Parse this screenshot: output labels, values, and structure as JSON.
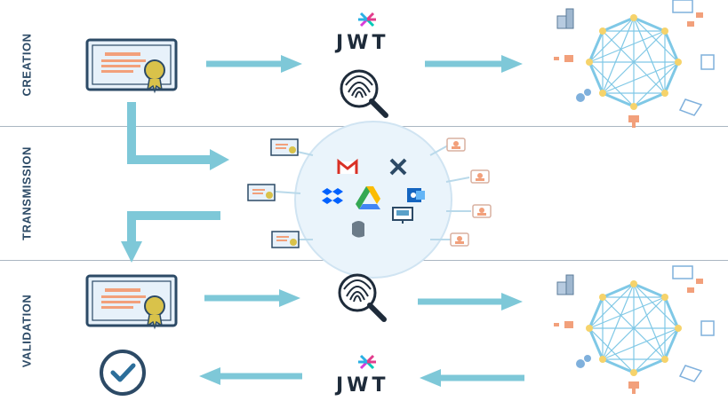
{
  "lanes": [
    {
      "label": "CREATION"
    },
    {
      "label": "TRANSMISSION"
    },
    {
      "label": "VALIDATION"
    }
  ],
  "jwt_text": "JWT",
  "colors": {
    "navy": "#2c4a66",
    "arrow": "#7ec8d8",
    "cert_fill": "#e7f1fa",
    "orange": "#f2a07b",
    "network_line": "#7fc8e6",
    "network_node": "#f6d36b",
    "check": "#2c6e9a"
  },
  "icons": [
    "certificate-icon",
    "jwt-logo",
    "fingerprint-magnifier-icon",
    "blockchain-network-icon",
    "gmail-icon",
    "x-icon",
    "dropbox-icon",
    "google-drive-icon",
    "outlook-icon",
    "evernote-icon",
    "screen-icon",
    "user-card-icon",
    "checkmark-circle-icon"
  ]
}
